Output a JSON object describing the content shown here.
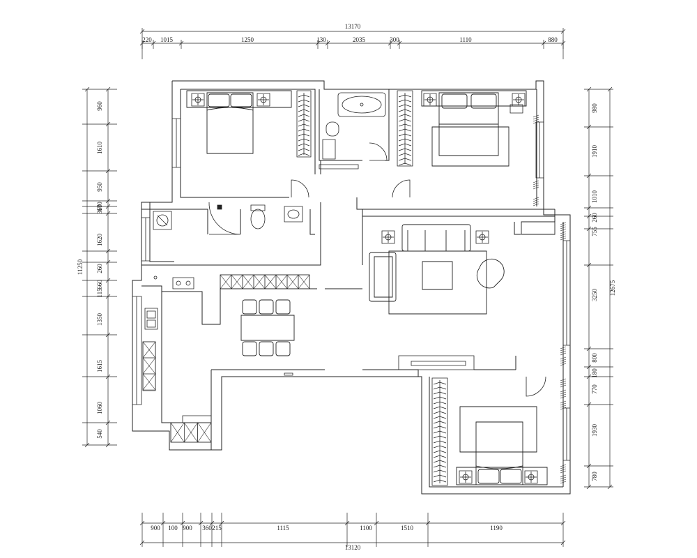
{
  "colors": {
    "line": "#222222",
    "background": "#ffffff"
  },
  "dimensions": {
    "top_total": "13170",
    "top_segments": [
      "220",
      "1015",
      "1250",
      "130",
      "2035",
      "300",
      "1110",
      "880"
    ],
    "bottom_total": "13120",
    "bottom_segments": [
      "900",
      "100",
      "900",
      "360",
      "215",
      "1115",
      "1100",
      "1510",
      "1190"
    ],
    "left_total": "11250",
    "left_segments": [
      "960",
      "1610",
      "950",
      "170",
      "360",
      "1620",
      "260",
      "660",
      "115",
      "1350",
      "1615",
      "1060",
      "540"
    ],
    "right_total": "12675",
    "right_segments": [
      "980",
      "1910",
      "1010",
      "260",
      "755",
      "3250",
      "800",
      "180",
      "770",
      "1930",
      "780"
    ]
  },
  "furniture_icons": [
    "double-bed-icon",
    "double-bed-icon",
    "double-bed-icon",
    "wardrobe-icon",
    "wardrobe-icon",
    "wardrobe-icon",
    "bathtub-icon",
    "toilet-icon",
    "toilet-icon",
    "washbasin-icon",
    "sofa-icon",
    "armchair-icon",
    "coffee-table-icon",
    "lounge-chair-icon",
    "dining-table-icon",
    "stove-icon",
    "sink-icon",
    "washing-machine-icon",
    "tv-cabinet-icon",
    "nightstand-lamp-icon",
    "door-swing-icon",
    "window-icon"
  ]
}
